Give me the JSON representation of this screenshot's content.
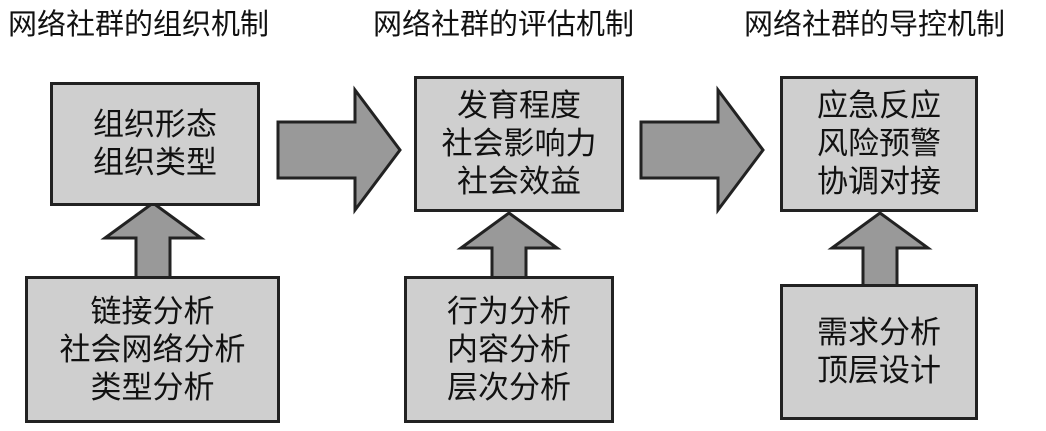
{
  "columns": [
    {
      "heading": "网络社群的组织机制",
      "top_box": [
        "组织形态",
        "组织类型"
      ],
      "bottom_box": [
        "链接分析",
        "社会网络分析",
        "类型分析"
      ]
    },
    {
      "heading": "网络社群的评估机制",
      "top_box": [
        "发育程度",
        "社会影响力",
        "社会效益"
      ],
      "bottom_box": [
        "行为分析",
        "内容分析",
        "层次分析"
      ]
    },
    {
      "heading": "网络社群的导控机制",
      "top_box": [
        "应急反应",
        "风险预警",
        "协调对接"
      ],
      "bottom_box": [
        "需求分析",
        "顶层设计"
      ]
    }
  ],
  "colors": {
    "box_fill": "#cfcfcf",
    "arrow_fill": "#999999",
    "outline": "#222222"
  }
}
